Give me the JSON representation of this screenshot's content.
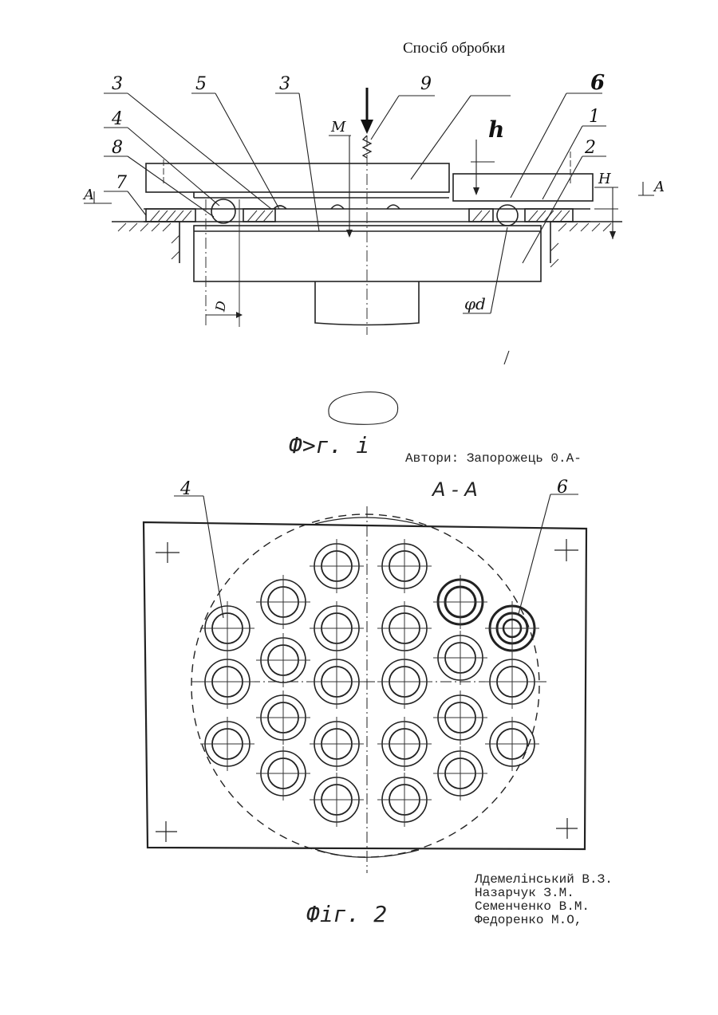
{
  "document": {
    "title": "Спосіб обробки",
    "authors_label": "Автори: Запорожець 0.А-",
    "authors": [
      "Лдемелінський В.З.",
      "Назарчук З.М.",
      "Семенченко В.М.",
      "Федоренко М.О,"
    ]
  },
  "figure1": {
    "caption": "Ф>г. і",
    "callouts": {
      "c3a": "3",
      "c5": "5",
      "c3b": "3",
      "c9": "9",
      "c6": "6",
      "c4": "4",
      "c1": "1",
      "c8": "8",
      "c2": "2",
      "c7": "7",
      "h": "h",
      "H": "H",
      "M": "M",
      "A_left": "A",
      "A_right": "A",
      "d": "φd",
      "D": "D"
    }
  },
  "figure2": {
    "caption": "Фіг. 2",
    "section": "A - A",
    "callouts": {
      "c4": "4",
      "c6": "6"
    }
  }
}
